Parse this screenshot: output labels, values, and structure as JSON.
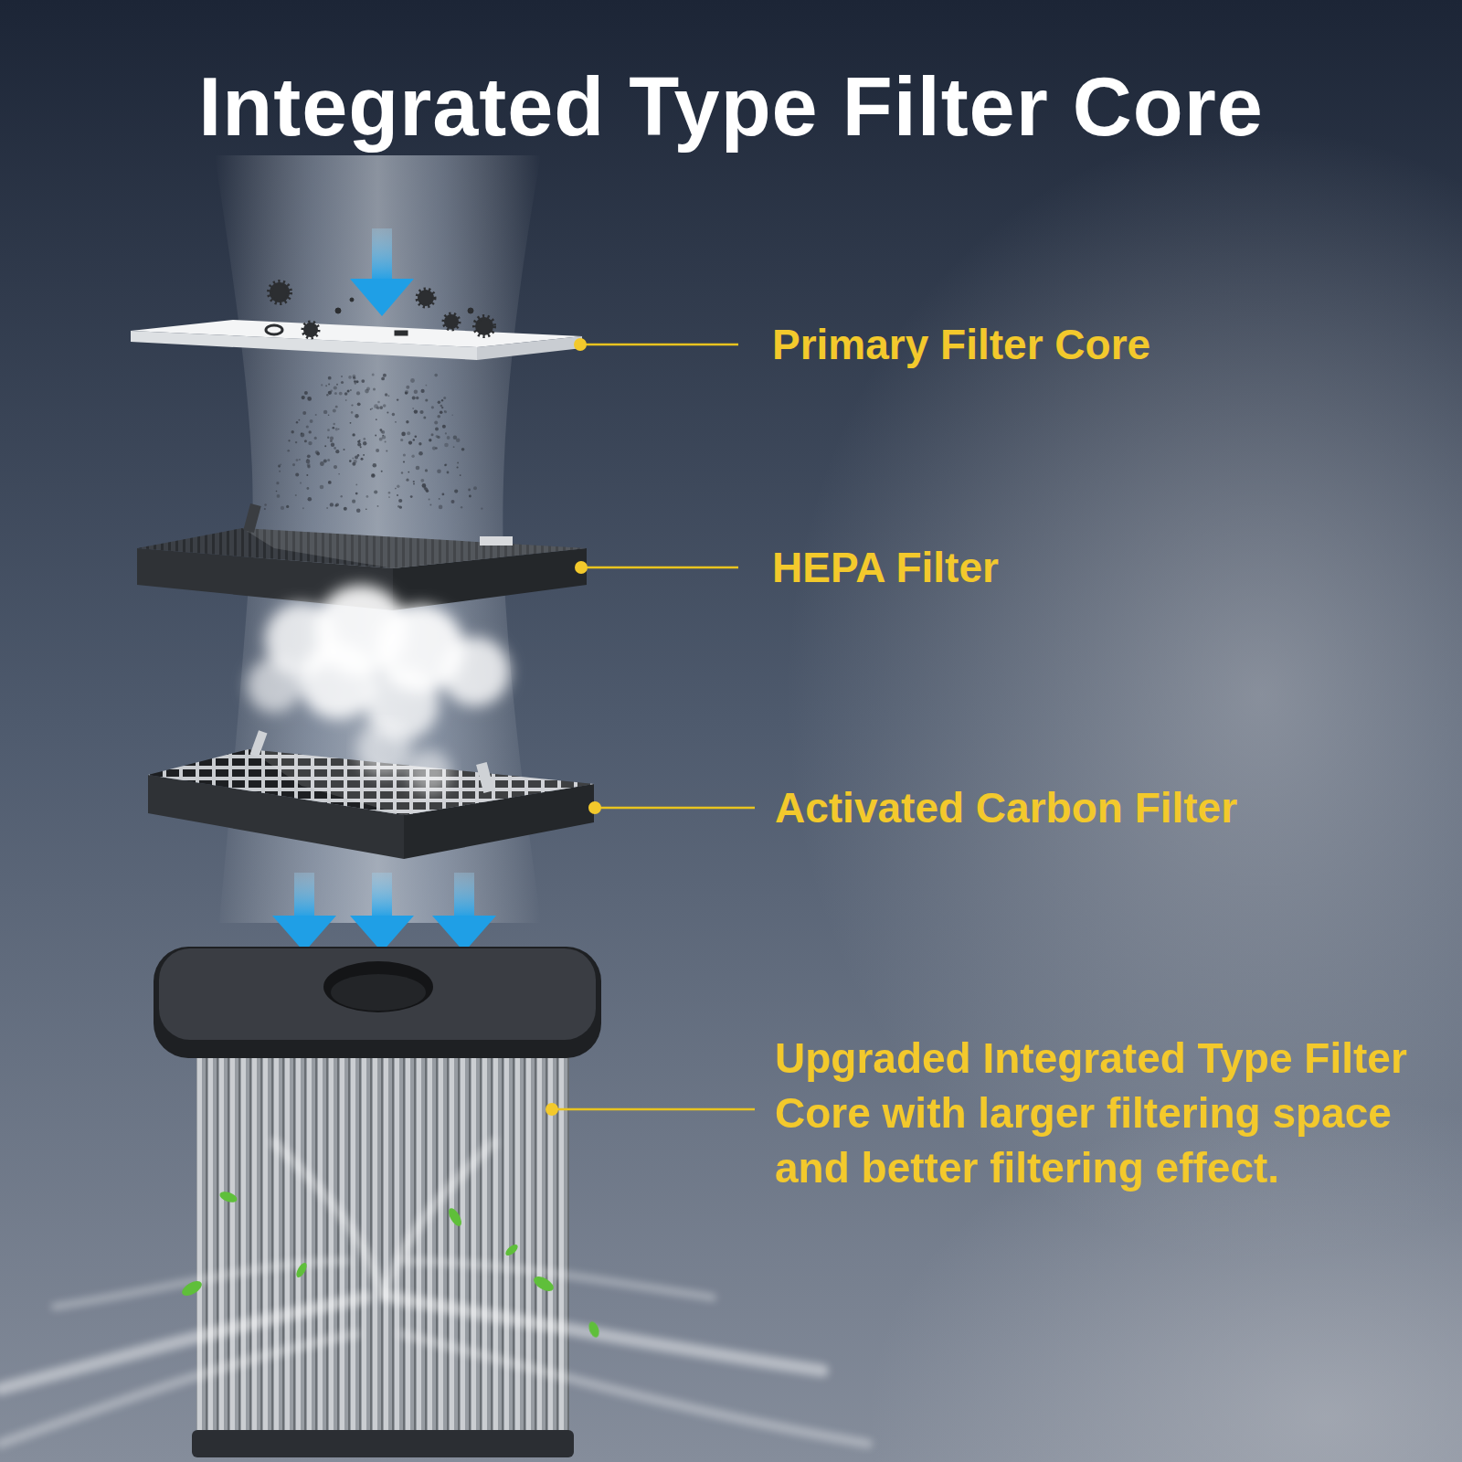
{
  "diagram": {
    "title": "Integrated Type Filter Core",
    "labels": [
      "Primary Filter Core",
      "HEPA Filter",
      "Activated Carbon Filter",
      "Upgraded Integrated Type Filter Core with larger filtering space and better filtering effect."
    ]
  }
}
